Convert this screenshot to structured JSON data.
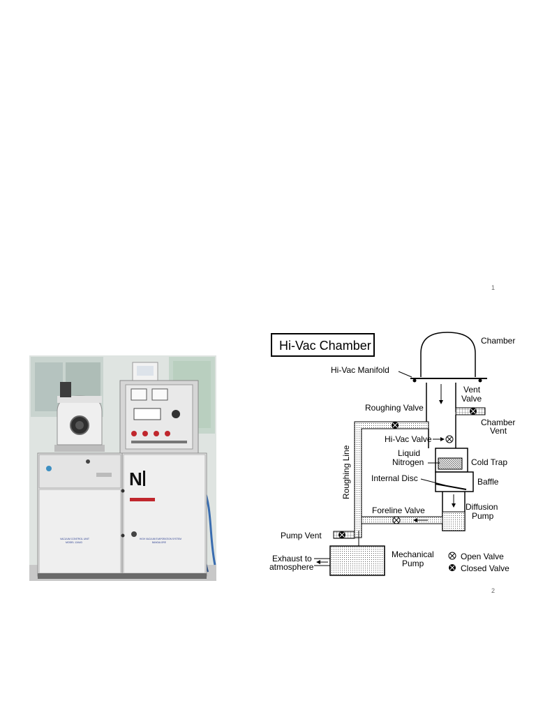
{
  "page_numbers": [
    "1",
    "2"
  ],
  "photo": {
    "vacuum_control_panel_line1": "VACUUM CONTROL UNIT",
    "vacuum_control_panel_line2": "MODEL 12A4D",
    "power_supply_panel_line1": "HIGH VACUUM EVAPORATION SYSTEM",
    "power_supply_panel_line2": "BANGALORE"
  },
  "diagram": {
    "title": "Hi-Vac Chamber",
    "labels": {
      "chamber": "Chamber",
      "hi_vac_manifold": "Hi-Vac Manifold",
      "vent_valve_line1": "Vent",
      "vent_valve_line2": "Valve",
      "roughing_valve": "Roughing Valve",
      "chamber_vent_line1": "Chamber",
      "chamber_vent_line2": "Vent",
      "hi_vac_valve": "Hi-Vac Valve",
      "liquid_nitrogen_line1": "Liquid",
      "liquid_nitrogen_line2": "Nitrogen",
      "cold_trap": "Cold Trap",
      "roughing_line": "Roughing Line",
      "internal_disc": "Internal Disc",
      "baffle": "Baffle",
      "foreline_valve": "Foreline Valve",
      "diffusion_pump_line1": "Diffusion",
      "diffusion_pump_line2": "Pump",
      "pump_vent": "Pump Vent",
      "mechanical_pump_line1": "Mechanical",
      "mechanical_pump_line2": "Pump",
      "exhaust_line1": "Exhaust to",
      "exhaust_line2": "atmosphere"
    },
    "legend": {
      "open_valve": "Open Valve",
      "closed_valve": "Closed Valve"
    }
  }
}
